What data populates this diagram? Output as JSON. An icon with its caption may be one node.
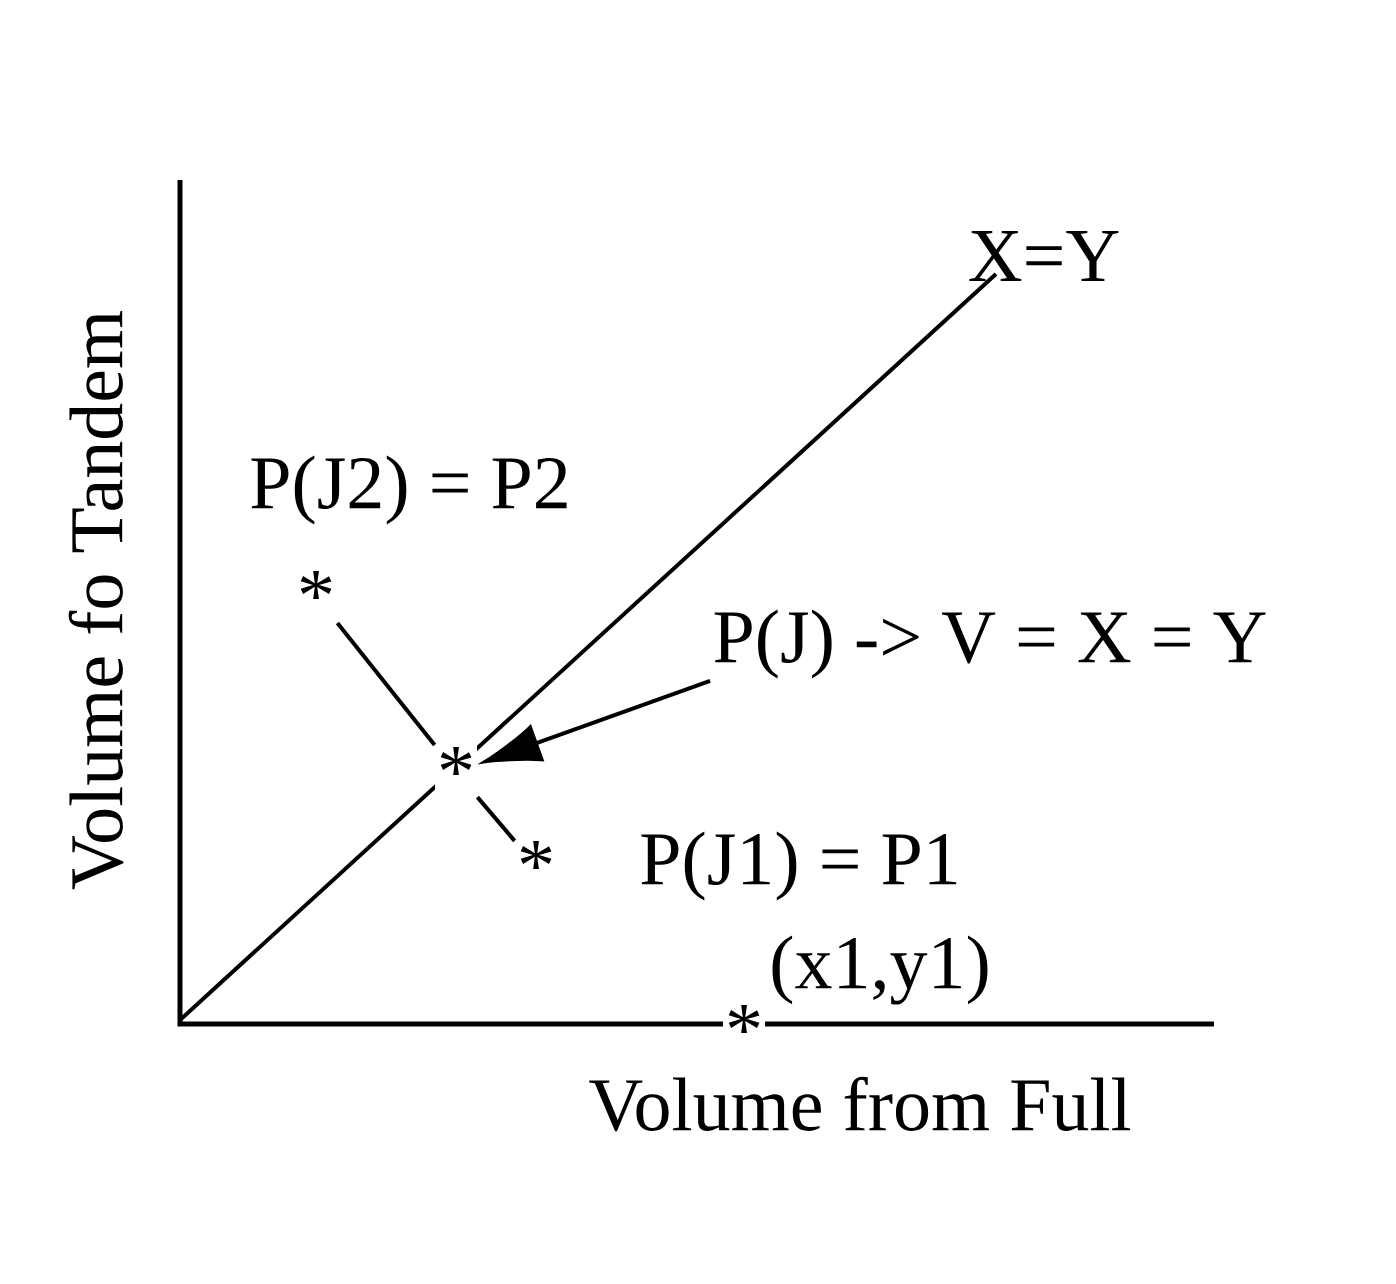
{
  "diagram": {
    "nodes": [
      {
        "text": [
          "*"
        ],
        "beside": [
          "P(J2) = P2"
        ]
      },
      {
        "text": [
          "*"
        ]
      },
      {
        "text": [
          "*"
        ],
        "beside": [
          "P(J1) = P1"
        ]
      },
      {
        "text": [
          "*"
        ],
        "beside": [
          "(x1,y1)"
        ]
      },
      {
        "text": [
          "P(J) -> V = X = Y"
        ]
      }
    ],
    "edges": [
      {
        "from": 0,
        "to": 1,
        "arrow": "none"
      },
      {
        "from": 1,
        "to": 2,
        "arrow": "none"
      },
      {
        "from": 4,
        "to": 1,
        "arrow": "to"
      }
    ],
    "labels": [
      "X=Y",
      "Volume fo Tandem",
      "Volume from Full"
    ]
  }
}
